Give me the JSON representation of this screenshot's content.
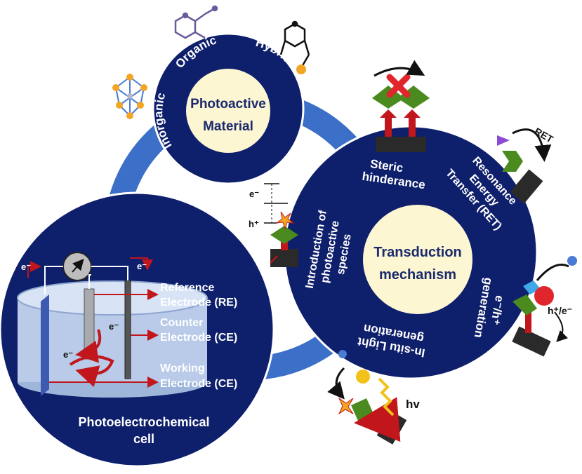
{
  "photoactive": {
    "title_line1": "Photoactive",
    "title_line2": "Material",
    "arc_inorganic": "Inorganic",
    "arc_organic": "Organic",
    "arc_hybrid": "Hybrid"
  },
  "transduction": {
    "title_line1": "Transduction",
    "title_line2": "mechanism",
    "steric_line1": "Steric",
    "steric_line2": "hinderance",
    "ret_line1": "Resonance",
    "ret_line2": "Energy",
    "ret_line3": "Transfer (RET)",
    "ret_short": "RET",
    "eh_line1": "e⁻/h⁺",
    "eh_line2": "generation",
    "light_line1": "In-situ Light",
    "light_line2": "generation",
    "intro_line1": "Introduction of",
    "intro_line2": "photoactive",
    "intro_line3": "species",
    "hole_electron_label": "h⁺/e⁻",
    "hv_label": "hv",
    "level_e": "e⁻",
    "level_h": "h⁺"
  },
  "cell": {
    "title_line1": "Photoelectrochemical",
    "title_line2": "cell",
    "electron_left": "e⁻",
    "electron_right": "e⁻",
    "electron_mid": "e⁻",
    "electron_low": "e⁻",
    "reference_line1": "Reference",
    "reference_line2": "Electrode (RE)",
    "counter_line1": "Counter",
    "counter_line2": "Electrode (CE)",
    "working_line1": "Working",
    "working_line2": "Electrode (CE)"
  },
  "colors": {
    "navy": "#0e1f6b",
    "ring_blue": "#3b6fc8",
    "cream": "#fdf6d3",
    "green": "#4a8a1e",
    "red_arrow": "#c0161c",
    "dark_block": "#2a2a2a",
    "orange": "#f2a623"
  }
}
